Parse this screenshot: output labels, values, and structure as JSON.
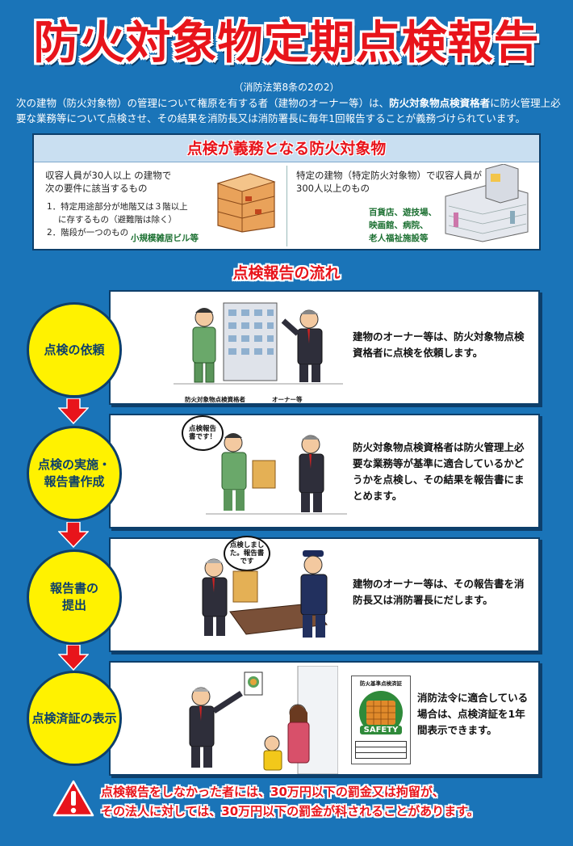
{
  "title": "防火対象物定期点検報告",
  "subtitle": "（消防法第8条の2の2）",
  "intro": {
    "part1": "次の建物（防火対象物）の管理について権原を有する者（建物のオーナー等）は、",
    "bold": "防火対象物点検資格者",
    "part2": "に防火管理上必要な業務等について点検させ、その結果を消防長又は消防署長に毎年1回報告することが義務づけられています。"
  },
  "targets": {
    "heading": "点検が義務となる防火対象物",
    "left": {
      "line1": "収容人員が30人以上 の建物で",
      "line2": "次の要件に該当するもの",
      "item1a": "1．特定用途部分が地階又は３階以上",
      "item1b": "に存するもの（避難階は除く）",
      "item2": "2．階段が一つのもの",
      "note": "小規模雑居ビル等"
    },
    "right": {
      "line1": "特定の建物（特定防火対象物）で収容人員が",
      "line2": "300人以上のもの",
      "ex1": "百貨店、遊技場、",
      "ex2": "映画館、病院、",
      "ex3": "老人福祉施設等"
    }
  },
  "flow_title": "点検報告の流れ",
  "steps": [
    {
      "label_line1": "点検の依頼",
      "label_line2": "",
      "desc": "建物のオーナー等は、防火対象物点検資格者に点検を依頼します。",
      "caption_left": "防火対象物点検資格者",
      "caption_right": "オーナー等"
    },
    {
      "label_line1": "点検の実施・",
      "label_line2": "報告書作成",
      "desc": "防火対象物点検資格者は防火管理上必要な業務等が基準に適合しているかどうかを点検し、その結果を報告書にまとめます。",
      "speech": "点検報告書です！"
    },
    {
      "label_line1": "報告書の",
      "label_line2": "提出",
      "desc": "建物のオーナー等は、その報告書を消防長又は消防署長にだします。",
      "speech": "点検しました。報告書です"
    },
    {
      "label_line1": "点検済証の表示",
      "label_line2": "",
      "desc": "消防法令に適合している場合は、点検済証を1年間表示できます。",
      "sticker_title": "防火基準点検済証",
      "sticker_word": "SAFETY"
    }
  ],
  "warning": {
    "line1": "点検報告をしなかった者には、30万円以下の罰金又は拘留が、",
    "line2": "その法人に対しては、30万円以下の罰金が科されることがあります。"
  }
}
